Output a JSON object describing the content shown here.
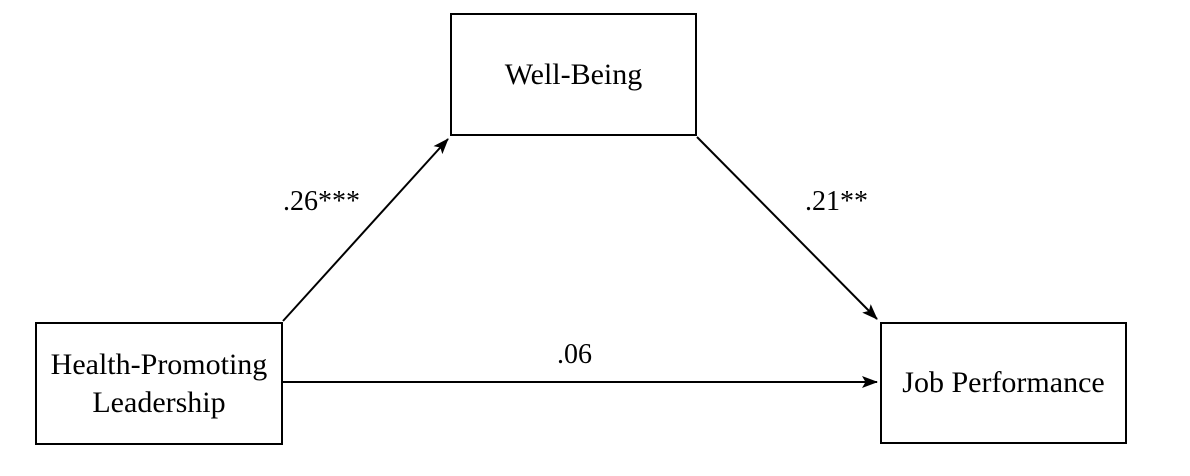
{
  "diagram": {
    "type": "mediation-path-model",
    "nodes": {
      "predictor": {
        "label": "Health-Promoting Leadership"
      },
      "mediator": {
        "label": "Well-Being"
      },
      "outcome": {
        "label": "Job Performance"
      }
    },
    "paths": {
      "a": {
        "from": "Health-Promoting Leadership",
        "to": "Well-Being",
        "coefficient": ".26***"
      },
      "b": {
        "from": "Well-Being",
        "to": "Job Performance",
        "coefficient": ".21**"
      },
      "c": {
        "from": "Health-Promoting Leadership",
        "to": "Job Performance",
        "coefficient": ".06"
      }
    },
    "colors": {
      "line": "#000000",
      "text": "#000000",
      "box_fill": "#ffffff",
      "background": "#ffffff"
    }
  }
}
